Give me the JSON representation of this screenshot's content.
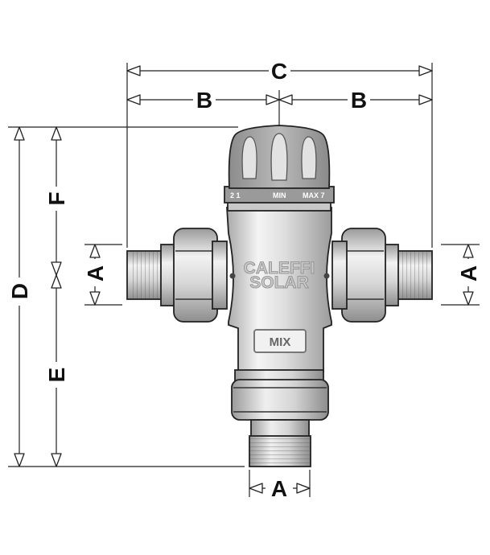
{
  "dimensions": {
    "A": "A",
    "B": "B",
    "C": "C",
    "D": "D",
    "E": "E",
    "F": "F"
  },
  "knob_scale": {
    "left": "2  1",
    "min": "MIN",
    "max": "MAX  7"
  },
  "brand": {
    "line1": "CALEFFI",
    "line2": "SOLAR"
  },
  "badge": "MIX"
}
